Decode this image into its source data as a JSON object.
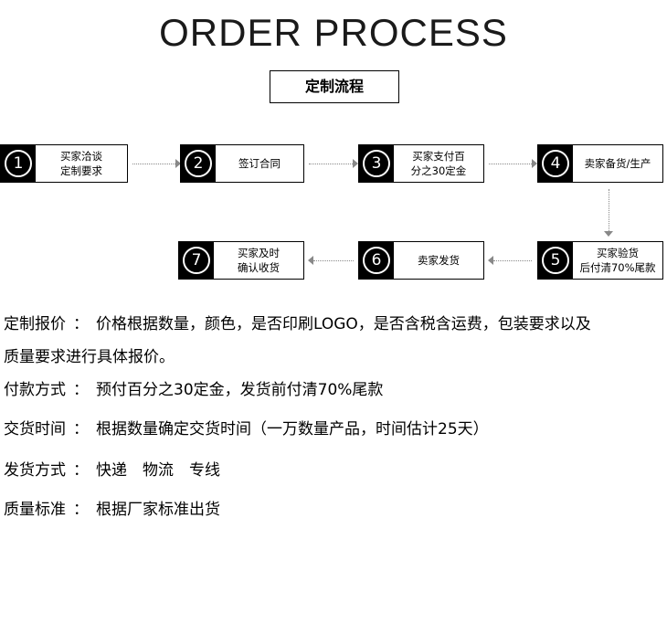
{
  "header": {
    "title": "ORDER PROCESS",
    "subtitle": "定制流程"
  },
  "steps": [
    {
      "num": "1",
      "line1": "买家洽谈",
      "line2": "定制要求"
    },
    {
      "num": "2",
      "line1": "签订合同",
      "line2": ""
    },
    {
      "num": "3",
      "line1": "买家支付百",
      "line2": "分之30定金"
    },
    {
      "num": "4",
      "line1": "卖家备货/生产",
      "line2": ""
    },
    {
      "num": "5",
      "line1": "买家验货",
      "line2": "后付清70%尾款"
    },
    {
      "num": "6",
      "line1": "卖家发货",
      "line2": ""
    },
    {
      "num": "7",
      "line1": "买家及时",
      "line2": "确认收货"
    }
  ],
  "info": [
    {
      "key": "定制报价",
      "value": "价格根据数量，颜色，是否印刷LOGO，是否含税含运费，包装要求以及",
      "value2": "质量要求进行具体报价。"
    },
    {
      "key": "付款方式",
      "value": "预付百分之30定金，发货前付清70%尾款"
    },
    {
      "key": "交货时间",
      "value": "根据数量确定交货时间（一万数量产品，时间估计25天）"
    },
    {
      "key": "发货方式",
      "value": "快递　物流　专线"
    },
    {
      "key": "质量标准",
      "value": "根据厂家标准出货"
    }
  ],
  "separator": "："
}
